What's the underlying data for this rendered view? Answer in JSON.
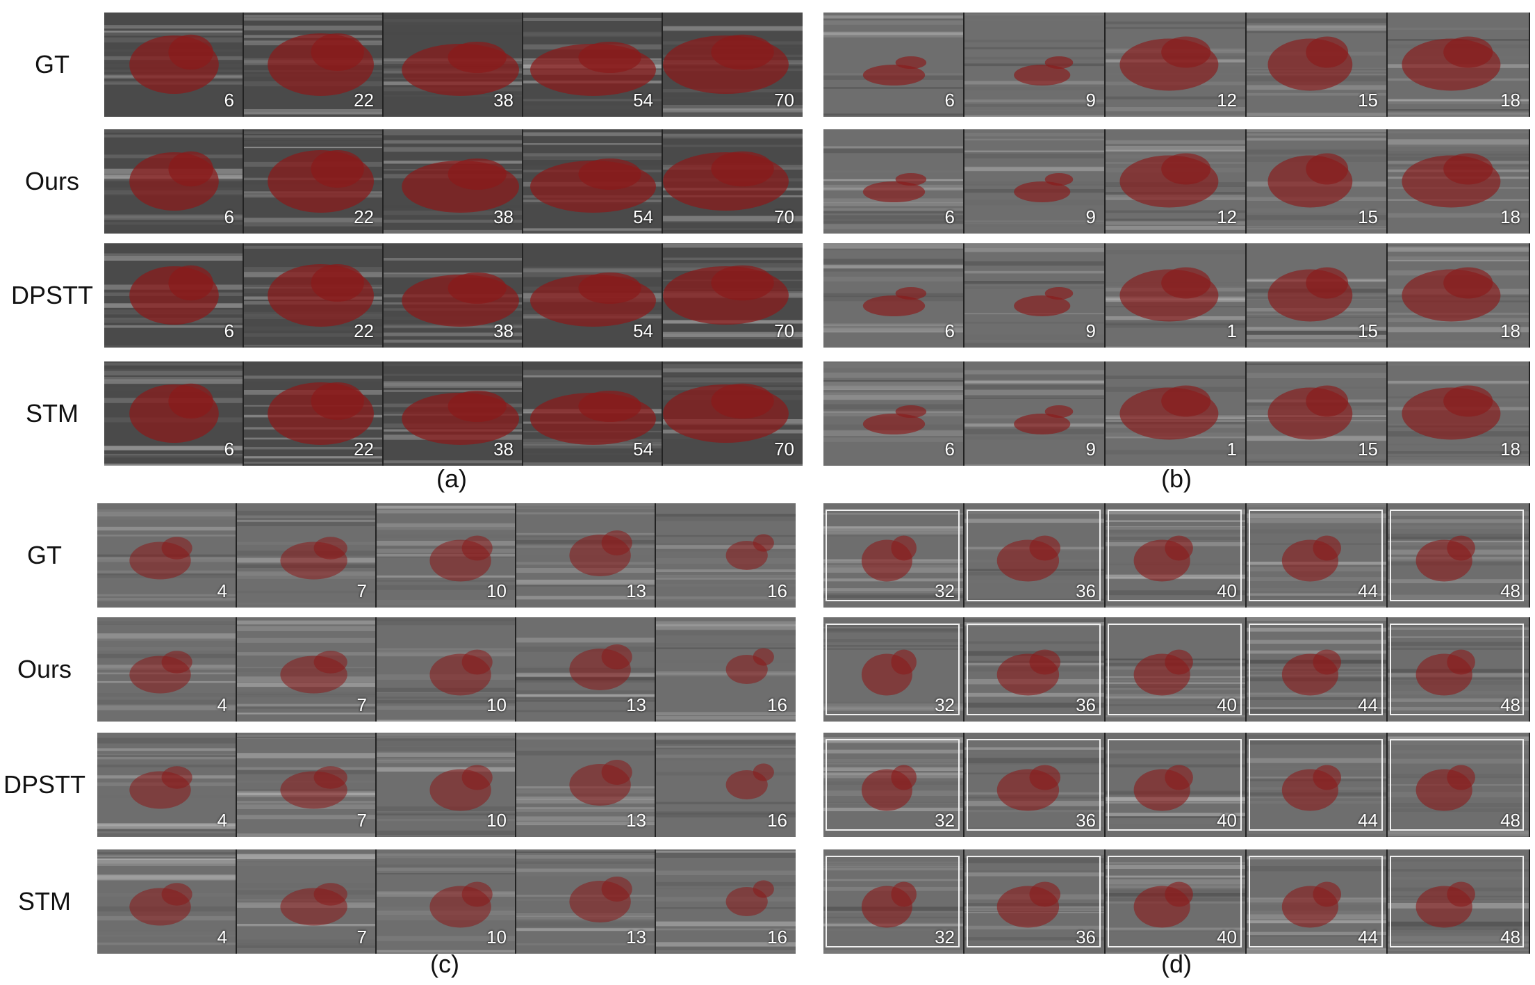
{
  "panels": [
    {
      "id": "a",
      "caption": "(a)",
      "rows": [
        {
          "label": "GT",
          "frames": [
            "6",
            "22",
            "38",
            "54",
            "70"
          ]
        },
        {
          "label": "Ours",
          "frames": [
            "6",
            "22",
            "38",
            "54",
            "70"
          ]
        },
        {
          "label": "DPSTT",
          "frames": [
            "6",
            "22",
            "38",
            "54",
            "70"
          ]
        },
        {
          "label": "STM",
          "frames": [
            "6",
            "22",
            "38",
            "54",
            "70"
          ]
        }
      ]
    },
    {
      "id": "b",
      "caption": "(b)",
      "rows": [
        {
          "label": "",
          "frames": [
            "6",
            "9",
            "12",
            "15",
            "18"
          ]
        },
        {
          "label": "",
          "frames": [
            "6",
            "9",
            "12",
            "15",
            "18"
          ]
        },
        {
          "label": "",
          "frames": [
            "6",
            "9",
            "1",
            "15",
            "18"
          ]
        },
        {
          "label": "",
          "frames": [
            "6",
            "9",
            "1",
            "15",
            "18"
          ]
        }
      ]
    },
    {
      "id": "c",
      "caption": "(c)",
      "rows": [
        {
          "label": "GT",
          "frames": [
            "4",
            "7",
            "10",
            "13",
            "16"
          ]
        },
        {
          "label": "Ours",
          "frames": [
            "4",
            "7",
            "10",
            "13",
            "16"
          ]
        },
        {
          "label": "DPSTT",
          "frames": [
            "4",
            "7",
            "10",
            "13",
            "16"
          ]
        },
        {
          "label": "STM",
          "frames": [
            "4",
            "7",
            "10",
            "13",
            "16"
          ]
        }
      ]
    },
    {
      "id": "d",
      "caption": "(d)",
      "rows": [
        {
          "label": "",
          "frames": [
            "32",
            "36",
            "40",
            "44",
            "48"
          ]
        },
        {
          "label": "",
          "frames": [
            "32",
            "36",
            "40",
            "44",
            "48"
          ]
        },
        {
          "label": "",
          "frames": [
            "32",
            "36",
            "40",
            "44",
            "48"
          ]
        },
        {
          "label": "",
          "frames": [
            "32",
            "36",
            "40",
            "44",
            "48"
          ]
        }
      ]
    }
  ],
  "colors": {
    "mask": "#8b1a1a",
    "background": "#ffffff",
    "frame_number": "#ffffff"
  }
}
